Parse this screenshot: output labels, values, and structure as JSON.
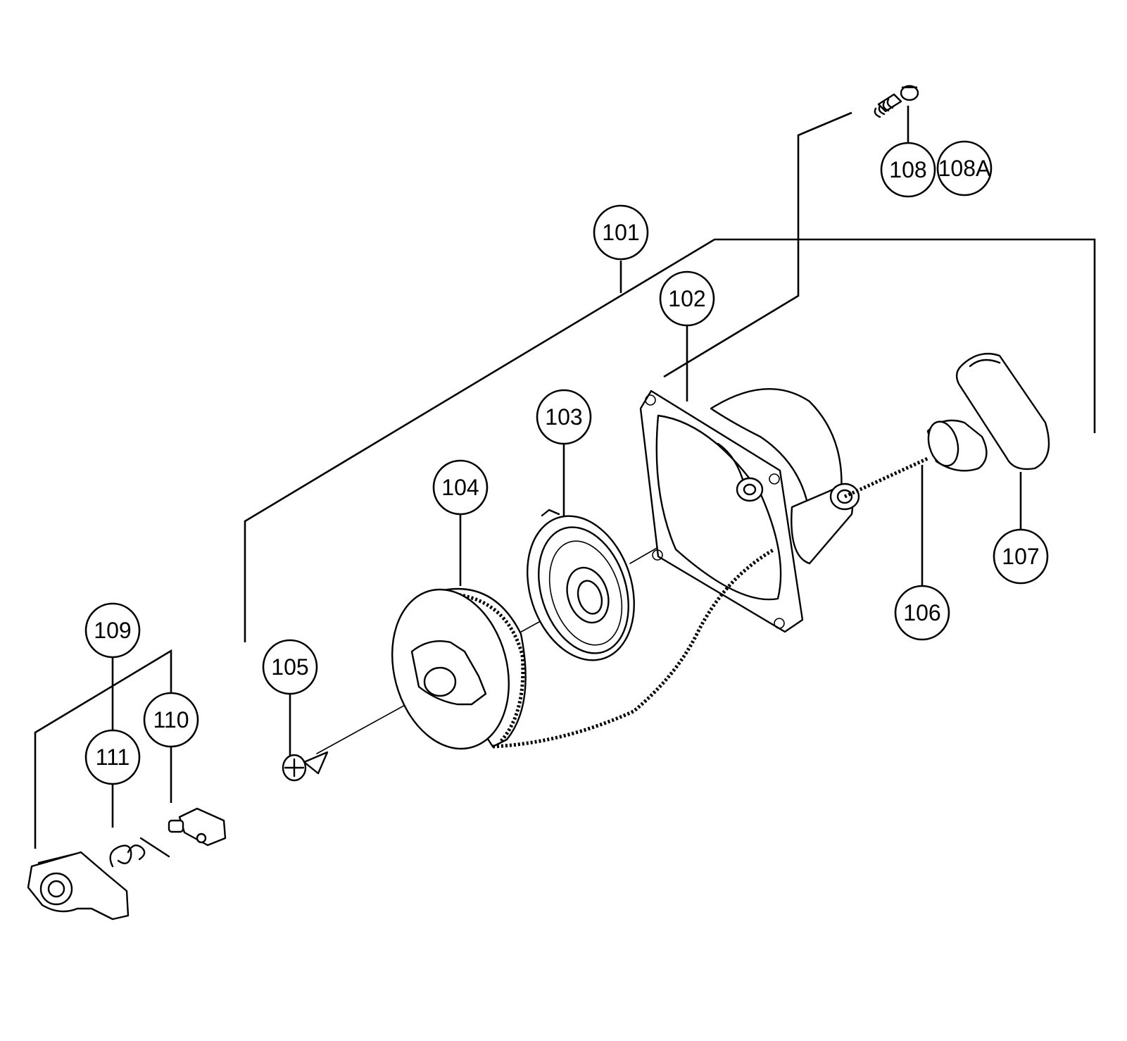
{
  "callouts": {
    "c101": "101",
    "c102": "102",
    "c103": "103",
    "c104": "104",
    "c105": "105",
    "c106": "106",
    "c107": "107",
    "c108": "108",
    "c108a": "108A",
    "c109": "109",
    "c110": "110",
    "c111": "111"
  }
}
